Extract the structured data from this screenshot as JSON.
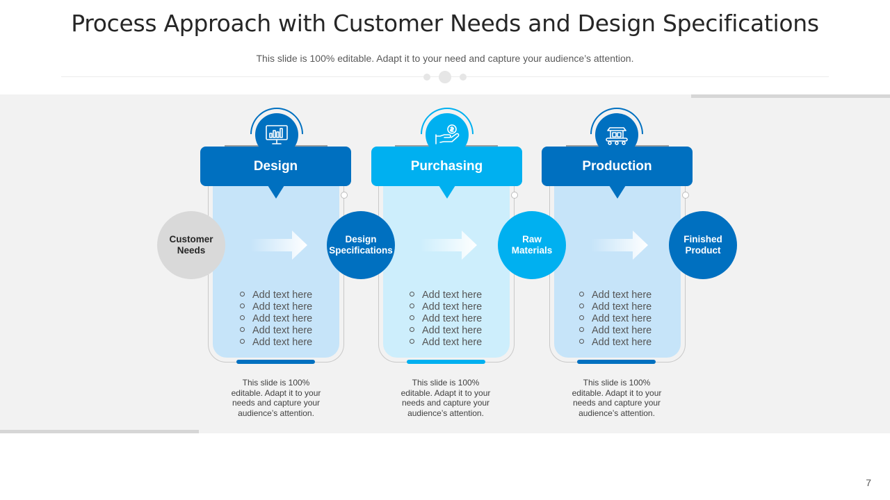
{
  "slide": {
    "title": "Process Approach with Customer Needs and Design Specifications",
    "subtitle": "This slide is 100% editable. Adapt it to your need and capture your audience’s attention.",
    "page_number": "7"
  },
  "colors": {
    "dark_blue": "#0070c0",
    "light_blue": "#00b0f0",
    "pale_blue": "#c6e4f9",
    "paler_blue": "#cdeefc",
    "gray_node": "#d9d9d9"
  },
  "start_node": {
    "label_line1": "Customer",
    "label_line2": "Needs"
  },
  "stages": [
    {
      "header": "Design",
      "icon": "monitor-chart-icon",
      "output_line1": "Design",
      "output_line2": "Specifications",
      "bullets": [
        "Add text here",
        "Add text here",
        "Add text here",
        "Add text here",
        "Add text here"
      ],
      "desc_lines": [
        "This slide is 100%",
        "editable. Adapt it to your",
        "needs and capture your",
        "audience’s attention."
      ]
    },
    {
      "header": "Purchasing",
      "icon": "hand-coin-icon",
      "output_line1": "Raw",
      "output_line2": "Materials",
      "bullets": [
        "Add text here",
        "Add text here",
        "Add text here",
        "Add text here",
        "Add text here"
      ],
      "desc_lines": [
        "This slide is 100%",
        "editable. Adapt it to your",
        "needs and capture your",
        "audience’s attention."
      ]
    },
    {
      "header": "Production",
      "icon": "factory-conveyor-icon",
      "output_line1": "Finished",
      "output_line2": "Product",
      "bullets": [
        "Add text here",
        "Add text here",
        "Add text here",
        "Add text here",
        "Add text here"
      ],
      "desc_lines": [
        "This slide is 100%",
        "editable. Adapt it to your",
        "needs and capture your",
        "audience’s attention."
      ]
    }
  ]
}
